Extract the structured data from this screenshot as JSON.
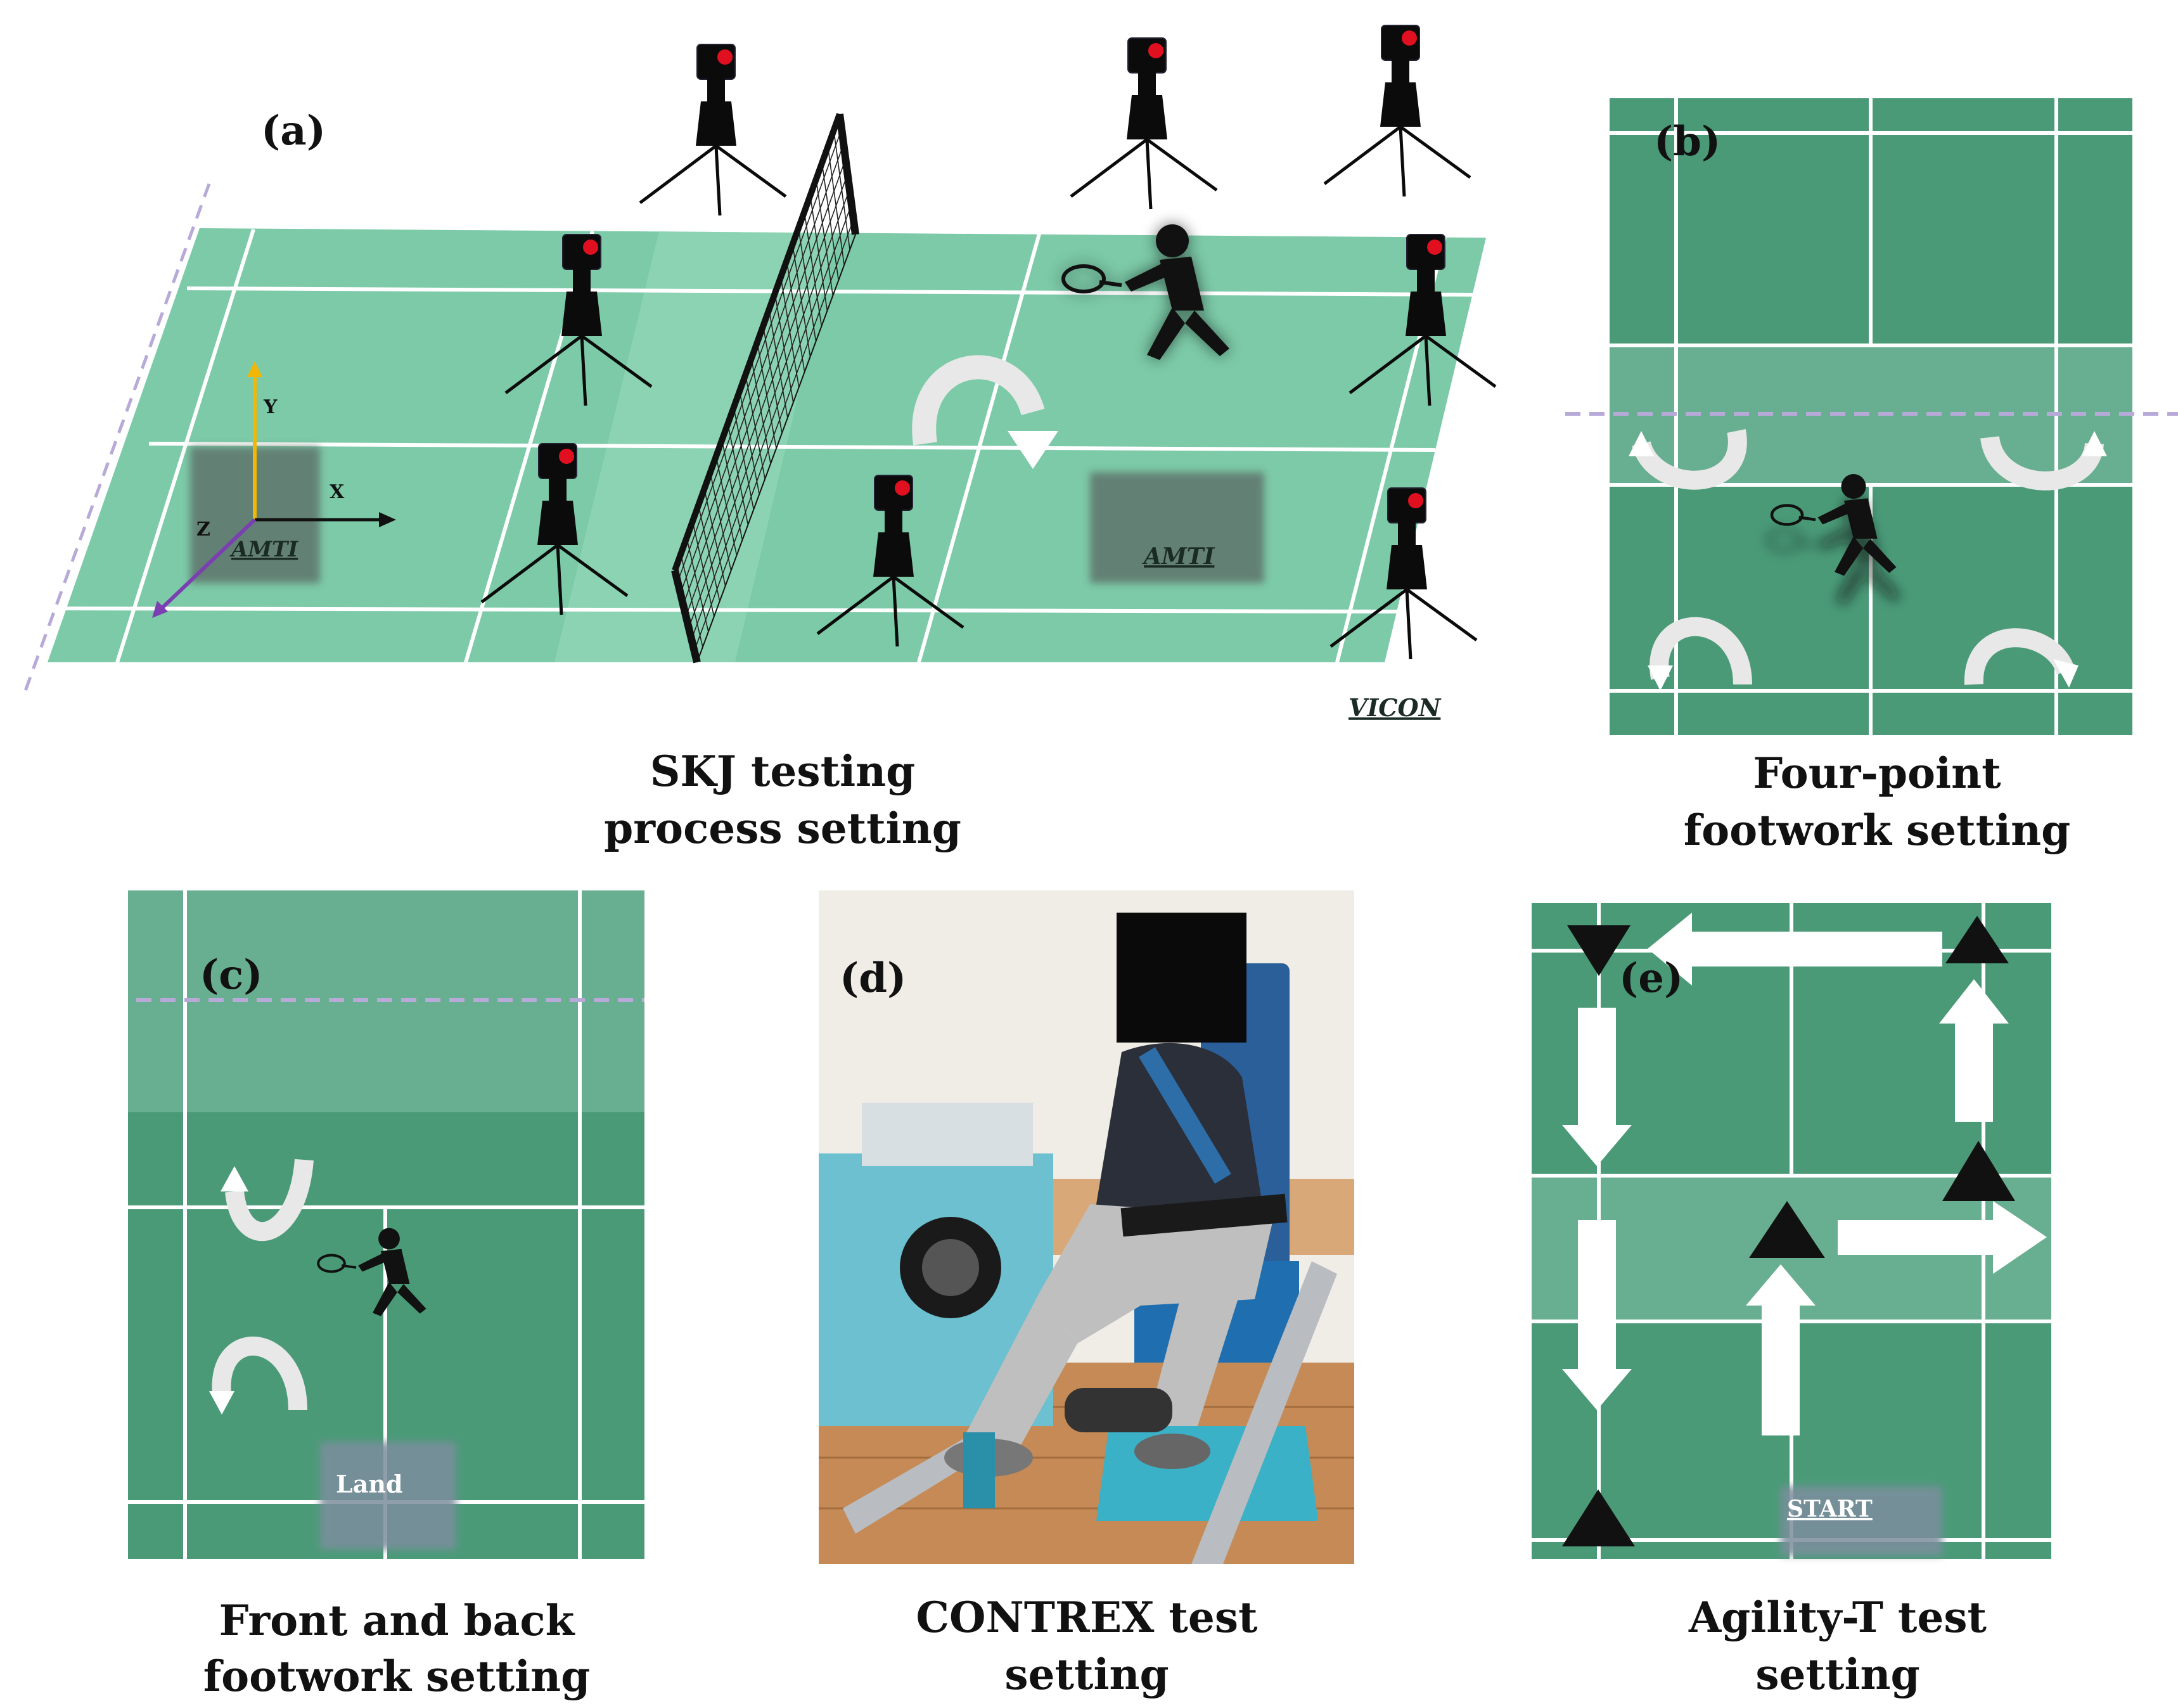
{
  "panels": {
    "a": {
      "label": "(a)",
      "caption_line1": "SKJ testing",
      "caption_line2": "process setting",
      "force_plate_left": "AMTI",
      "force_plate_right": "AMTI",
      "camera_system": "VICON",
      "axes": {
        "x": "X",
        "y": "Y",
        "z": "Z"
      }
    },
    "b": {
      "label": "(b)",
      "caption_line1": "Four-point",
      "caption_line2": "footwork setting"
    },
    "c": {
      "label": "(c)",
      "caption_line1": "Front and back",
      "caption_line2": "footwork setting",
      "land_label": "Land"
    },
    "d": {
      "label": "(d)",
      "caption_line1": "CONTREX test",
      "caption_line2": "setting"
    },
    "e": {
      "label": "(e)",
      "caption_line1": "Agility-T test",
      "caption_line2": "setting",
      "start_label": "START"
    }
  },
  "colors": {
    "court_light": "#7ccaa8",
    "court_dark": "#4a9a78",
    "court_lines": "#ffffff",
    "dashed_line": "#b7a9d8",
    "axis_y": "#f2b705",
    "axis_z": "#7a3fb0",
    "camera_body": "#0b0b0b",
    "camera_lens": "#e01020"
  }
}
